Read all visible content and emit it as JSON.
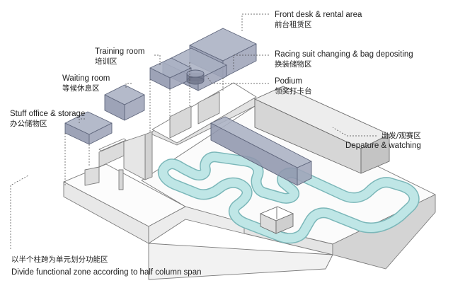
{
  "labels": {
    "front_desk": {
      "en": "Front desk & rental area",
      "zh": "前台租赁区"
    },
    "training": {
      "en": "Training room",
      "zh": "培训区"
    },
    "racing_suit": {
      "en": "Racing suit changing & bag depositing",
      "zh": "换装储物区"
    },
    "waiting": {
      "en": "Waiting room",
      "zh": "等候休息区"
    },
    "podium": {
      "en": "Podium",
      "zh": "领奖打卡台"
    },
    "stuff_office": {
      "en": "Stuff office & storage",
      "zh": "办公储物区"
    },
    "departure": {
      "zh": "出发/观赛区",
      "en": "Depature & watching"
    },
    "functional": {
      "zh": "以半个柱跨为单元划分功能区",
      "en": "Divide functional zone according to half column span"
    }
  },
  "colors": {
    "track": "#bfe6e6",
    "track_edge": "#7bb7b9",
    "volume_top": "#aab0c3",
    "volume_side": "#8f96ad",
    "volume_edge": "#5f667c",
    "wall_top": "#ffffff",
    "wall_side": "#dadada",
    "wall_edge": "#7a7a7a"
  }
}
